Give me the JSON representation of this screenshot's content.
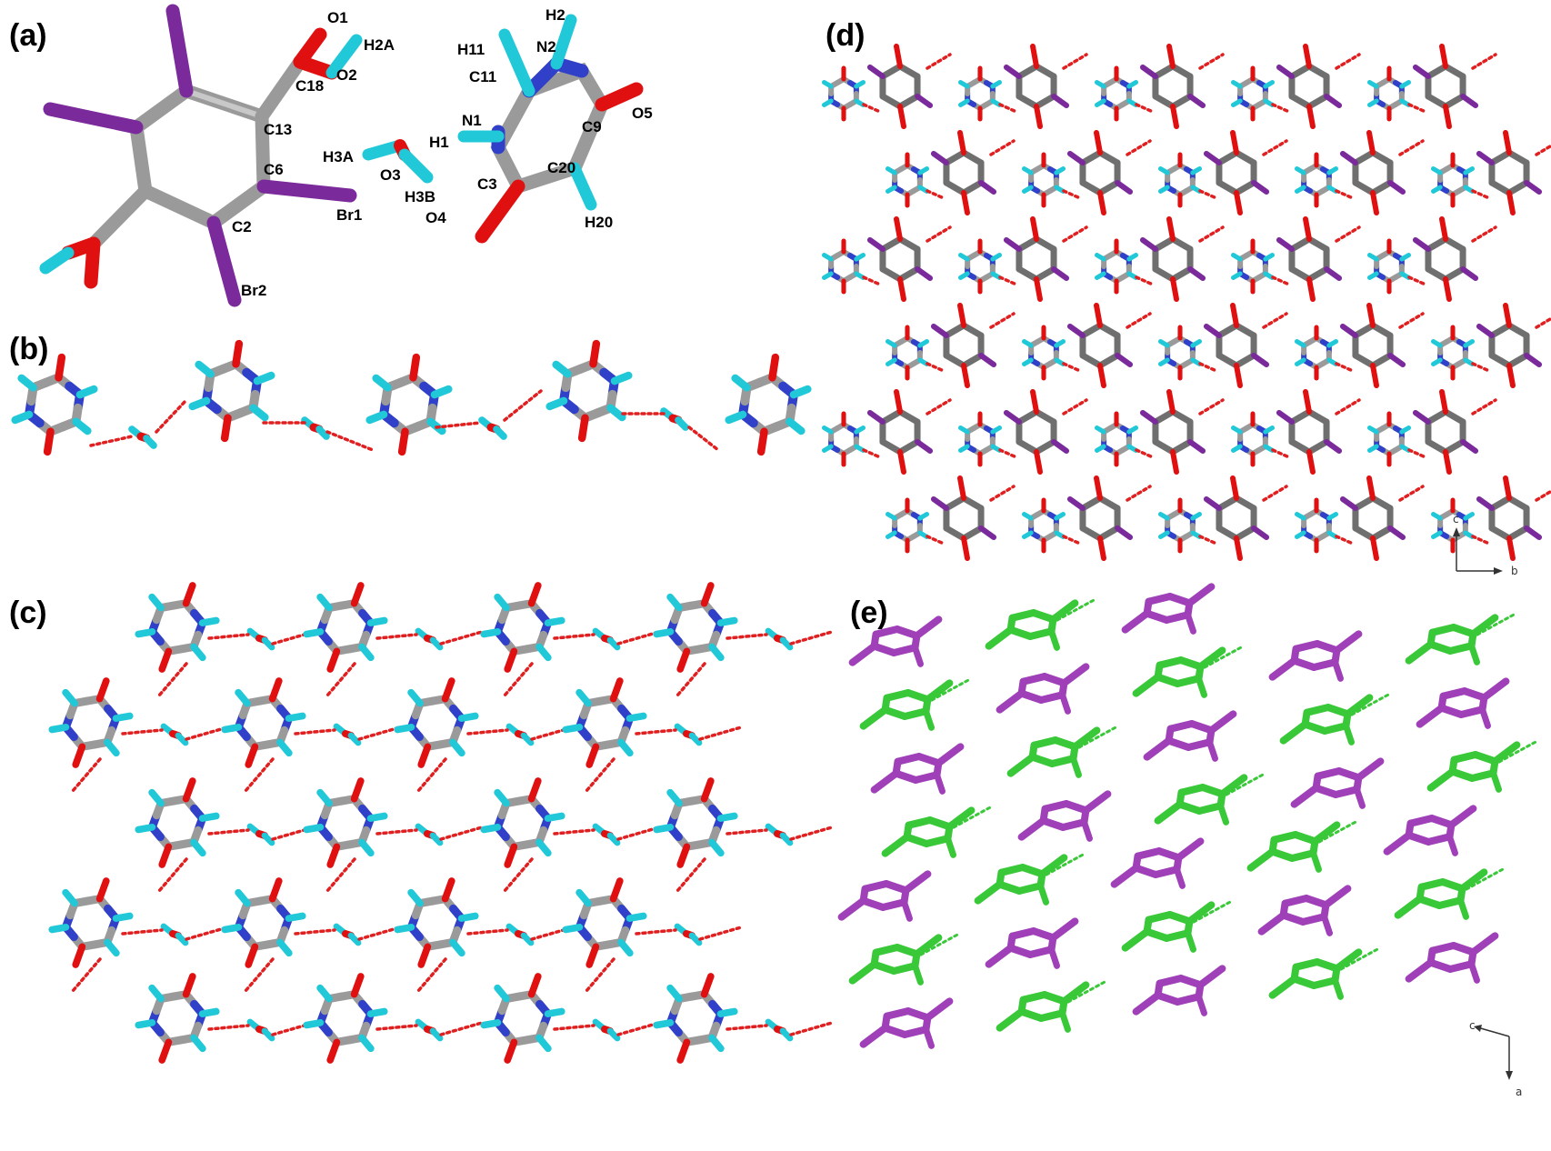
{
  "panels": [
    {
      "id": "a",
      "label": "(a)"
    },
    {
      "id": "b",
      "label": "(b)"
    },
    {
      "id": "c",
      "label": "(c)"
    },
    {
      "id": "d",
      "label": "(d)"
    },
    {
      "id": "e",
      "label": "(e)"
    }
  ],
  "atom_labels": {
    "acid": [
      "O1",
      "H2A",
      "O2",
      "C18",
      "C13",
      "C6",
      "C2",
      "Br1",
      "Br2"
    ],
    "water": [
      "H3A",
      "O3",
      "H3B"
    ],
    "pyrazinone": [
      "H2",
      "N2",
      "H11",
      "C11",
      "N1",
      "H1",
      "C9",
      "O5",
      "C3",
      "C20",
      "O4",
      "H20"
    ]
  },
  "axes": {
    "d": {
      "vertical": "c",
      "horizontal": "b"
    },
    "e": {
      "vertical": "a",
      "horizontal": "c"
    }
  },
  "colors": {
    "carbon": "#9a9a9a",
    "carbon_dark": "#6f6f6f",
    "oxygen": "#e01010",
    "nitrogen": "#3040c8",
    "hydrogen": "#20c8d8",
    "bromine": "#7a2a9a",
    "hbond": "#e02020",
    "layer_purple": "#a040b8",
    "layer_green": "#38c838"
  }
}
